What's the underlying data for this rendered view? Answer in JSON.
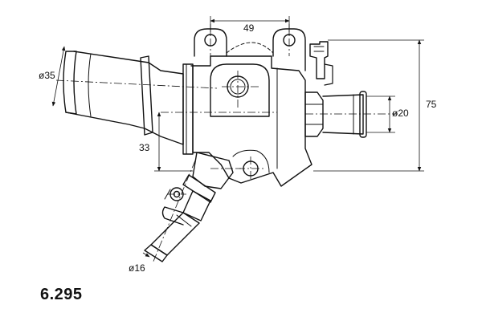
{
  "part_number": "6.295",
  "dimensions": {
    "width_top": "49",
    "inlet_diameter": "ø35",
    "outlet_diameter": "ø20",
    "height_total": "75",
    "inlet_offset": "33",
    "small_pipe_diameter": "ø16"
  }
}
